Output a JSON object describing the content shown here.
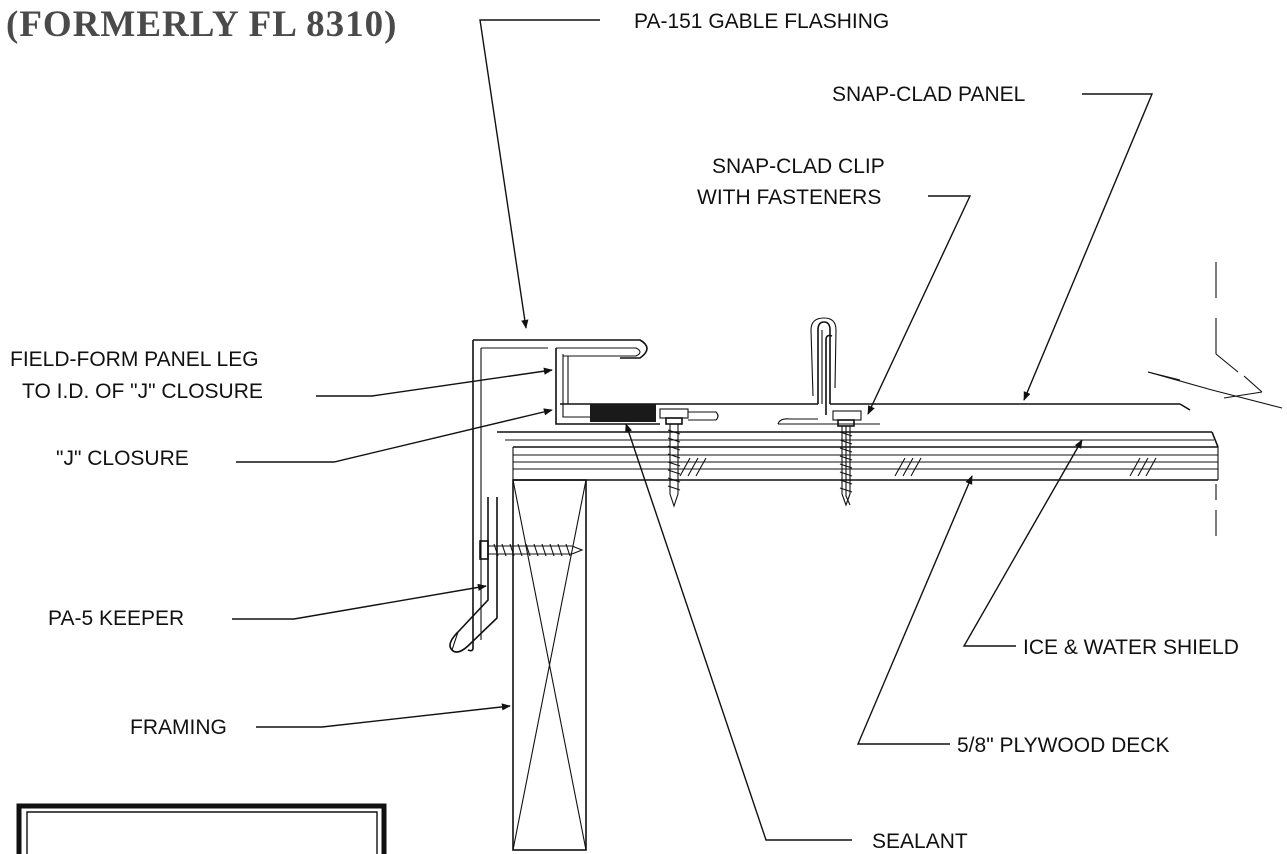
{
  "title": "(FORMERLY FL 8310)",
  "labels": {
    "gable_flashing": "PA-151 GABLE FLASHING",
    "snap_clad_panel": "SNAP-CLAD PANEL",
    "clip_line1": "SNAP-CLAD CLIP",
    "clip_line2": "WITH FASTENERS",
    "field_form_line1": "FIELD-FORM PANEL LEG",
    "field_form_line2": "TO I.D. OF \"J\" CLOSURE",
    "j_closure": "\"J\" CLOSURE",
    "keeper": "PA-5 KEEPER",
    "framing": "FRAMING",
    "ice_water": "ICE & WATER SHIELD",
    "plywood": "5/8\" PLYWOOD DECK",
    "sealant": "SEALANT"
  },
  "colors": {
    "line": "#111111",
    "title": "#4a4a4a",
    "background": "#ffffff"
  }
}
